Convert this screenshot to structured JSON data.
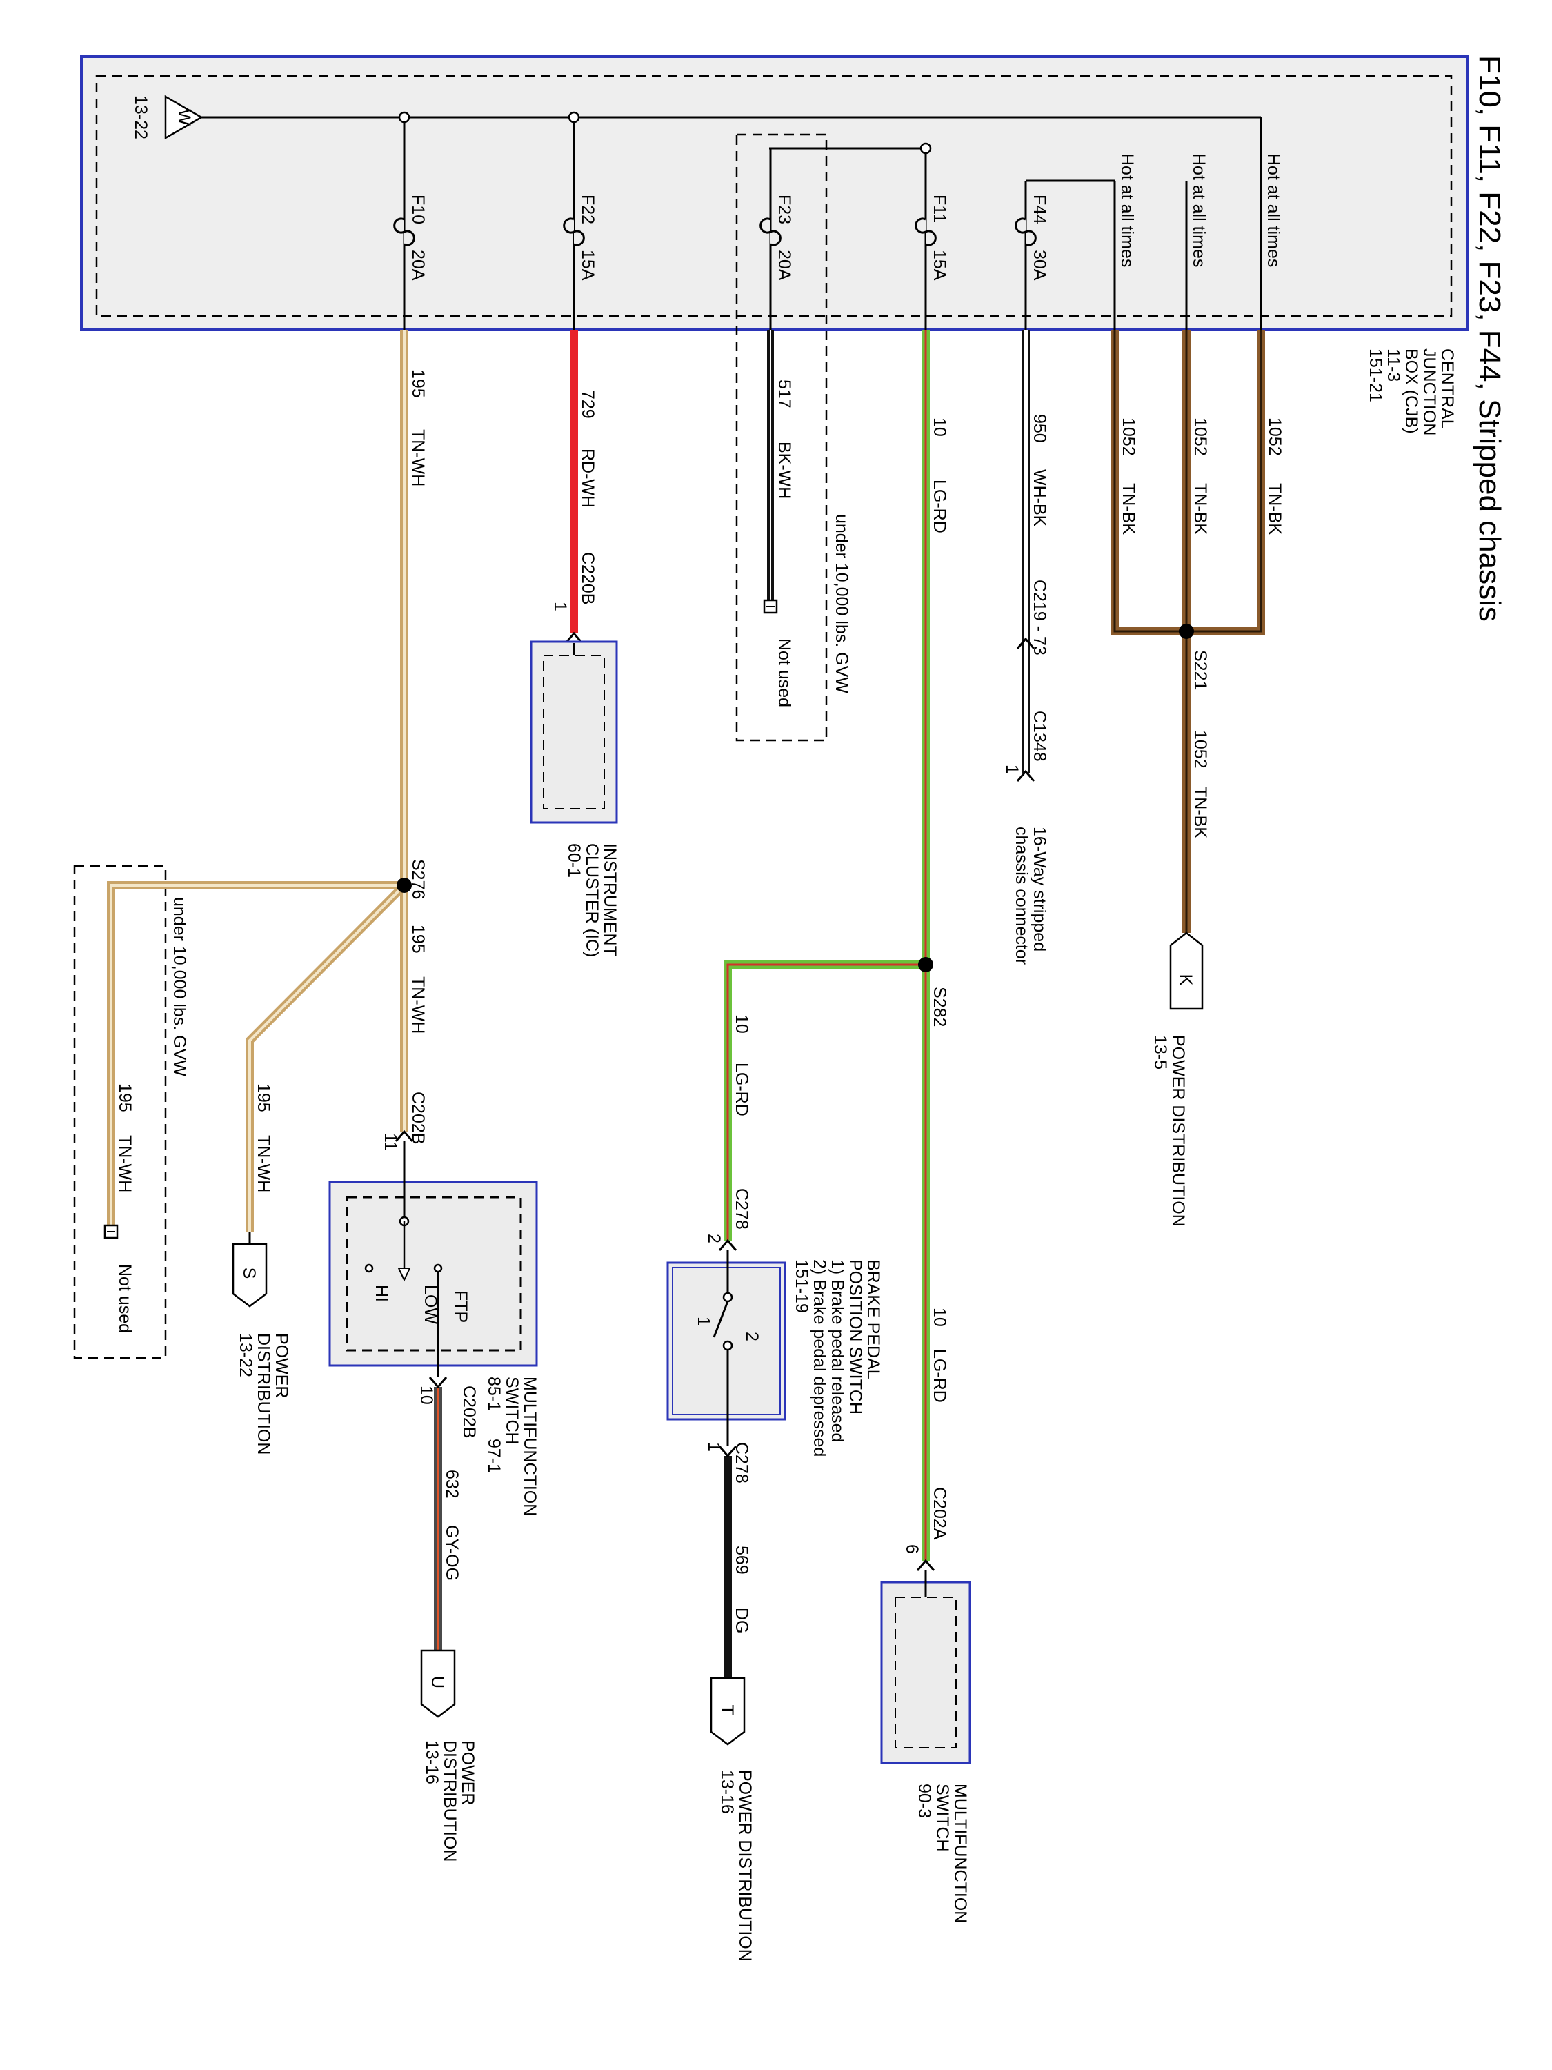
{
  "title": "F10, F11, F22, F23, F44, Stripped chassis",
  "colors": {
    "frame": "#2b35b8",
    "box_fill": "#ececec",
    "tan": "#c9a468",
    "tn_wh_stripe": "#f3e6c8",
    "tn_bk_stripe": "#2a1a08",
    "red": "#e8232a",
    "lg_rd_main": "#6bc23b",
    "lg_rd_stripe": "#d2322a",
    "black": "#111111",
    "gy_og_main": "#4a4a4a",
    "gy_og_stripe": "#e0552a"
  },
  "cjb": {
    "name_line1": "CENTRAL",
    "name_line2": "JUNCTION",
    "name_line3": "BOX (CJB)",
    "ref1": "11-3",
    "ref2": "151-21",
    "ground_ref": "13-22",
    "ground_symbol": "W"
  },
  "hot_labels": [
    "Hot at all times",
    "Hot at all times",
    "Hot at all times"
  ],
  "fuses": {
    "f10": {
      "name": "F10",
      "rating": "20A"
    },
    "f22": {
      "name": "F22",
      "rating": "15A"
    },
    "f23": {
      "name": "F23",
      "rating": "20A"
    },
    "f11": {
      "name": "F11",
      "rating": "15A"
    },
    "f44": {
      "name": "F44",
      "rating": "30A"
    }
  },
  "wires": {
    "w195": {
      "circuit": "195",
      "color": "TN-WH"
    },
    "w729": {
      "circuit": "729",
      "color": "RD-WH"
    },
    "w517": {
      "circuit": "517",
      "color": "BK-WH"
    },
    "w10": {
      "circuit": "10",
      "color": "LG-RD"
    },
    "w950": {
      "circuit": "950",
      "color": "WH-BK"
    },
    "w1052": {
      "circuit": "1052",
      "color": "TN-BK"
    },
    "w632": {
      "circuit": "632",
      "color": "GY-OG"
    },
    "w569": {
      "circuit": "569",
      "color": "DG"
    }
  },
  "connectors": {
    "c220b": "C220B",
    "c220b_pin": "1",
    "c219": "C219 - 73",
    "c1348": "C1348",
    "c1348_pin": "1",
    "c202b": "C202B",
    "c202b_pin_in": "11",
    "c202b_pin_out": "10",
    "c278": "C278",
    "c278_pin_in": "2",
    "c278_pin_out": "1",
    "c202a": "C202A",
    "c202a_pin": "6"
  },
  "splices": {
    "s221": "S221",
    "s276": "S276",
    "s282": "S282"
  },
  "notes": {
    "gvw": "under 10,000 lbs. GVW",
    "not_used": "Not used"
  },
  "components": {
    "ic_line1": "INSTRUMENT",
    "ic_line2": "CLUSTER (IC)",
    "ic_ref": "60-1",
    "chassis_conn_line1": "16-Way stripped",
    "chassis_conn_line2": "chassis connector",
    "mfs_line1": "MULTIFUNCTION",
    "mfs_line2": "SWITCH",
    "mfs_ref1": "85-1",
    "mfs_ref2": "97-1",
    "ftp": "FTP",
    "low": "LOW",
    "hi": "HI",
    "bpp_line1": "BRAKE PEDAL",
    "bpp_line2": "POSITION SWITCH",
    "bpp_state1": "1) Brake pedal released",
    "bpp_state2": "2) Brake pedal depressed",
    "bpp_ref": "151-19",
    "bpp_pos1": "1",
    "bpp_pos2": "2",
    "mfs2_line1": "MULTIFUNCTION",
    "mfs2_line2": "SWITCH",
    "mfs2_ref": "90-3"
  },
  "power_dist": {
    "k": {
      "letter": "K",
      "line1": "POWER DISTRIBUTION",
      "line2": "13-5"
    },
    "s": {
      "letter": "S",
      "line1": "POWER",
      "line2": "DISTRIBUTION",
      "line3": "13-22"
    },
    "u": {
      "letter": "U",
      "line1": "POWER",
      "line2": "DISTRIBUTION",
      "line3": "13-16"
    },
    "t": {
      "letter": "T",
      "line1": "POWER DISTRIBUTION",
      "line2": "13-16"
    }
  }
}
